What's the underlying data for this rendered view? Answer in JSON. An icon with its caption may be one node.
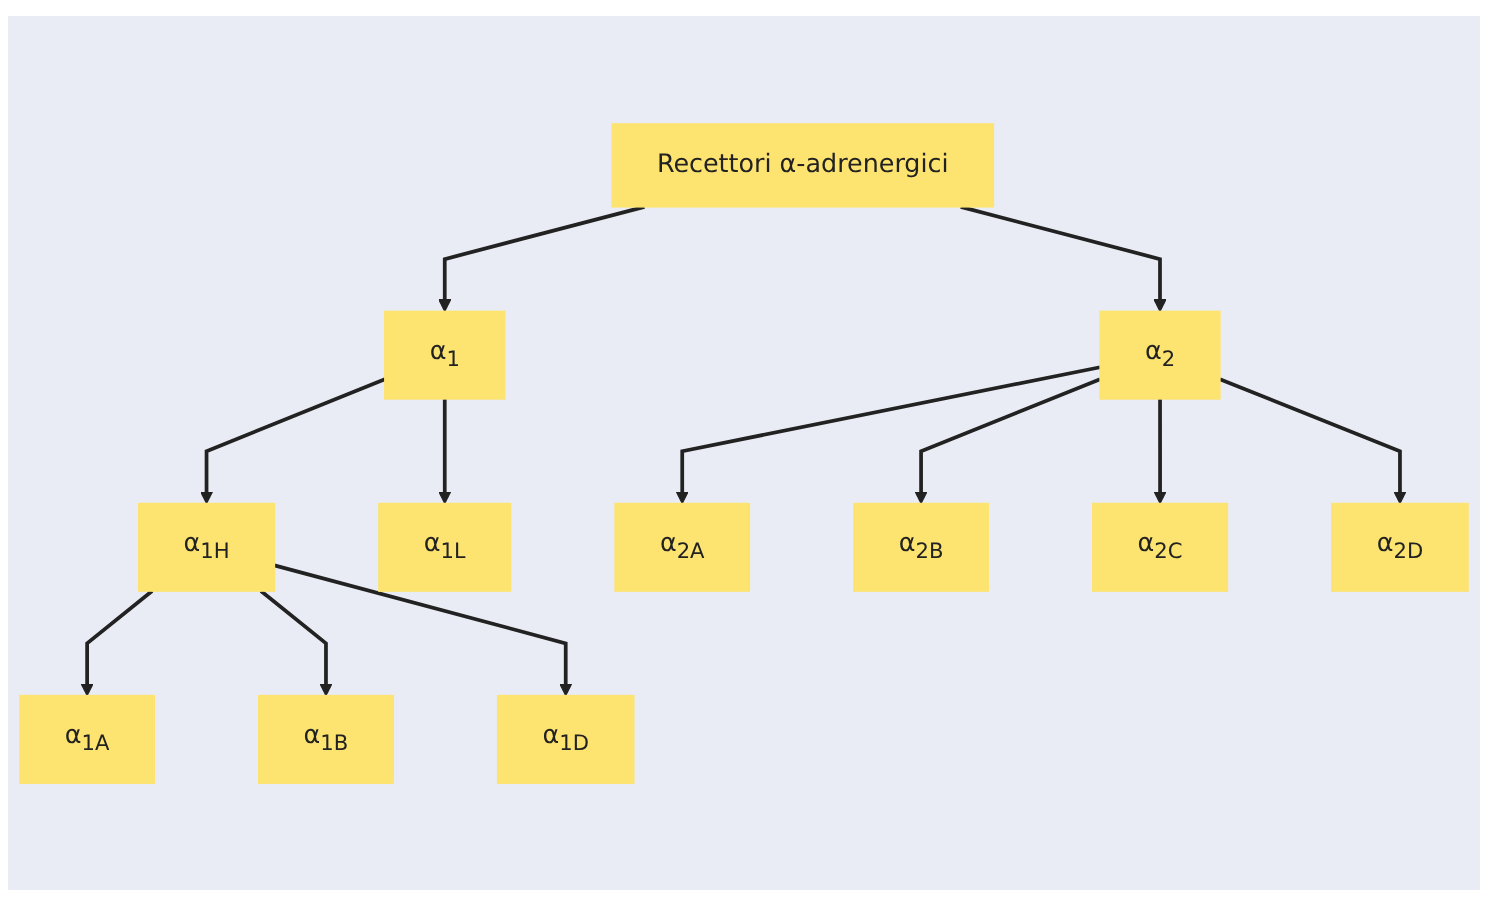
{
  "diagram": {
    "nodes": [
      {
        "text": [
          "Recettori α-adrenergici"
        ]
      },
      {
        "text": [
          "α$_{1}$"
        ]
      },
      {
        "text": [
          "α$_{2}$"
        ]
      },
      {
        "text": [
          "α$_{1H}$"
        ]
      },
      {
        "text": [
          "α$_{1L}$"
        ]
      },
      {
        "text": [
          "α$_{1A}$"
        ]
      },
      {
        "text": [
          "α$_{1B}$"
        ]
      },
      {
        "text": [
          "α$_{1D}$"
        ]
      },
      {
        "text": [
          "α$_{2A}$"
        ]
      },
      {
        "text": [
          "α$_{2B}$"
        ]
      },
      {
        "text": [
          "α$_{2C}$"
        ]
      },
      {
        "text": [
          "α$_{2D}$"
        ]
      }
    ],
    "edges": [
      {
        "from": 0,
        "to": 1,
        "arrow": "to"
      },
      {
        "from": 0,
        "to": 2,
        "arrow": "to"
      },
      {
        "from": 1,
        "to": 3,
        "arrow": "to"
      },
      {
        "from": 1,
        "to": 4,
        "arrow": "to"
      },
      {
        "from": 3,
        "to": 5,
        "arrow": "to"
      },
      {
        "from": 3,
        "to": 6,
        "arrow": "to"
      },
      {
        "from": 3,
        "to": 7,
        "arrow": "to"
      },
      {
        "from": 2,
        "to": 8,
        "arrow": "to"
      },
      {
        "from": 2,
        "to": 9,
        "arrow": "to"
      },
      {
        "from": 2,
        "to": 10,
        "arrow": "to"
      },
      {
        "from": 2,
        "to": 11,
        "arrow": "to"
      }
    ]
  }
}
